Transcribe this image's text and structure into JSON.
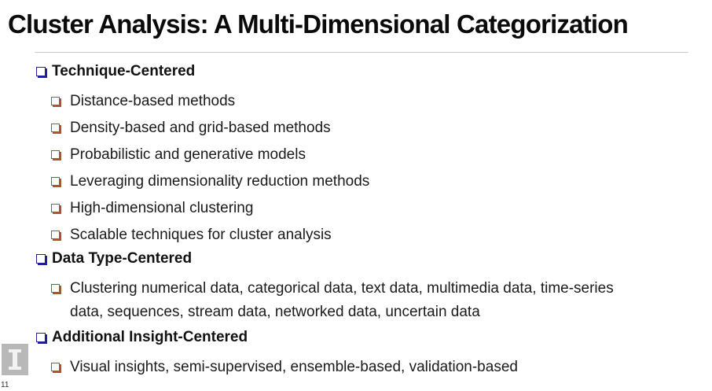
{
  "slide": {
    "title": "Cluster Analysis: A Multi-Dimensional Categorization",
    "page_number": "11",
    "sections": [
      {
        "heading": "Technique-Centered",
        "items": [
          "Distance-based methods",
          "Density-based and grid-based methods",
          "Probabilistic and generative models",
          "Leveraging dimensionality reduction methods",
          "High-dimensional clustering",
          "Scalable techniques for cluster analysis"
        ]
      },
      {
        "heading": "Data Type-Centered",
        "items": [
          "Clustering numerical data, categorical data, text data, multimedia data, time-series data, sequences, stream data, networked data, uncertain data"
        ]
      },
      {
        "heading": "Additional Insight-Centered",
        "items": [
          "Visual insights, semi-supervised, ensemble-based, validation-based"
        ]
      }
    ]
  },
  "colors": {
    "level1_bullet": "#1f1f9a",
    "level2_bullet": "#b0522a",
    "rule": "#c9c9c9"
  },
  "icons": {
    "level1_bullet": "hollow-square-bullet-icon",
    "level2_bullet": "hollow-square-bullet-icon",
    "logo": "university-logo-icon"
  }
}
